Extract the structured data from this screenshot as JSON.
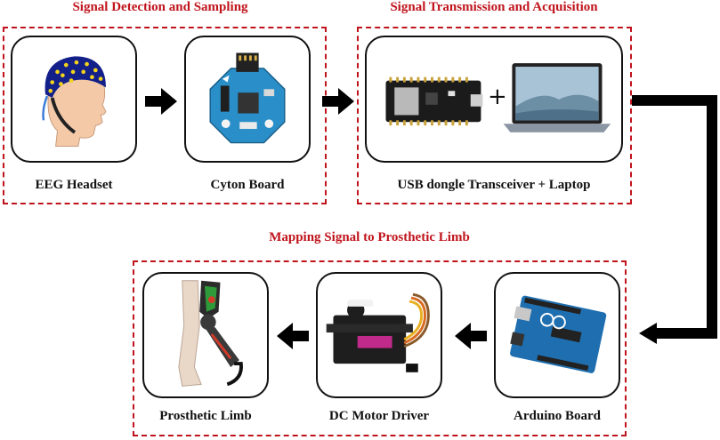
{
  "sections": {
    "detection": "Signal Detection and Sampling",
    "transmission": "Signal Transmission and Acquisition",
    "mapping": "Mapping Signal to Prosthetic Limb"
  },
  "components": {
    "eeg_headset": "EEG Headset",
    "cyton_board": "Cyton Board",
    "usb_laptop": "USB dongle Transceiver + Laptop",
    "arduino_board": "Arduino Board",
    "dc_motor_driver": "DC Motor Driver",
    "prosthetic_limb": "Prosthetic Limb"
  },
  "plus_sign": "+",
  "colors": {
    "accent": "#c0141c",
    "border": "#111111"
  },
  "icons": [
    "eeg-headset-icon",
    "cyton-board-icon",
    "usb-dongle-icon",
    "laptop-icon",
    "arduino-board-icon",
    "servo-motor-icon",
    "prosthetic-leg-icon"
  ]
}
